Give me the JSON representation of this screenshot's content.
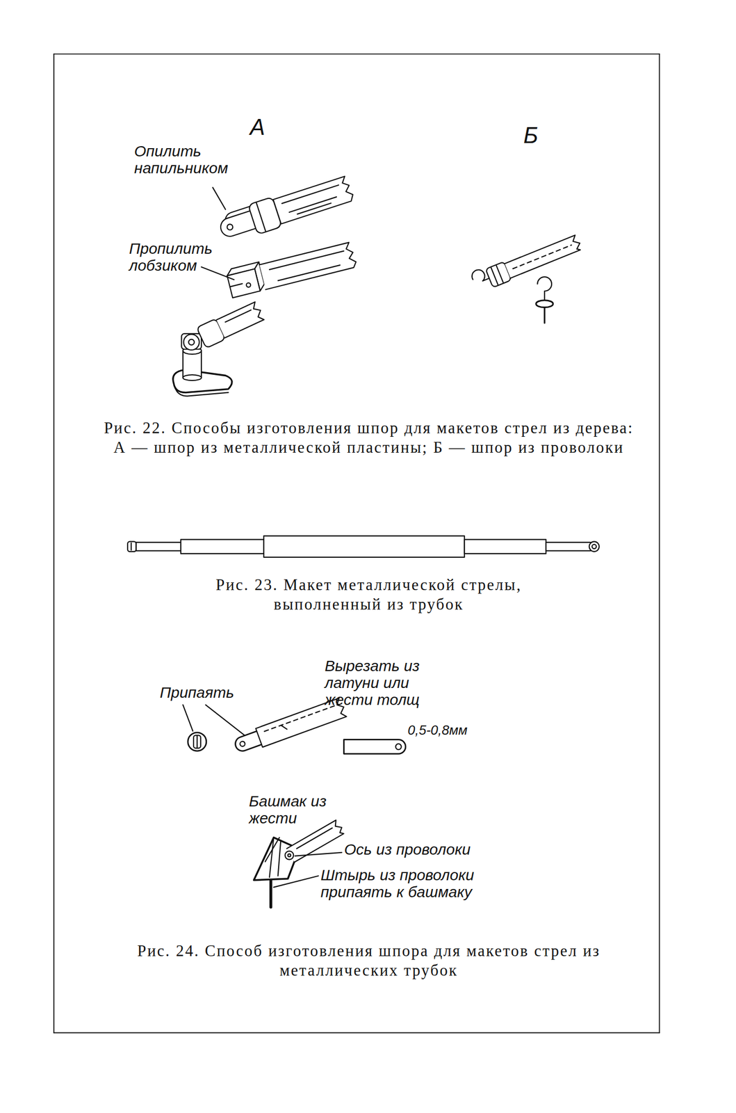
{
  "diagram": {
    "labels": [
      "А",
      "Б",
      "Опилить напильником",
      "Пропилить лобзиком",
      "Рис. 22. Способы изготовления шпор для макетов стрел из дерева: А — шпор из металлической пластины; Б — шпор из проволоки",
      "Рис. 23. Макет металлической стрелы, выполненный из трубок",
      "Припаять",
      "Вырезать из латуни или жести толщ",
      "0,5-0,8мм",
      "Башмак из жести",
      "Ось из проволоки",
      "Штырь из проволоки припаять к башмаку",
      "Рис. 24. Способ изготовления шпора для макетов стрел из металлических трубок"
    ]
  }
}
